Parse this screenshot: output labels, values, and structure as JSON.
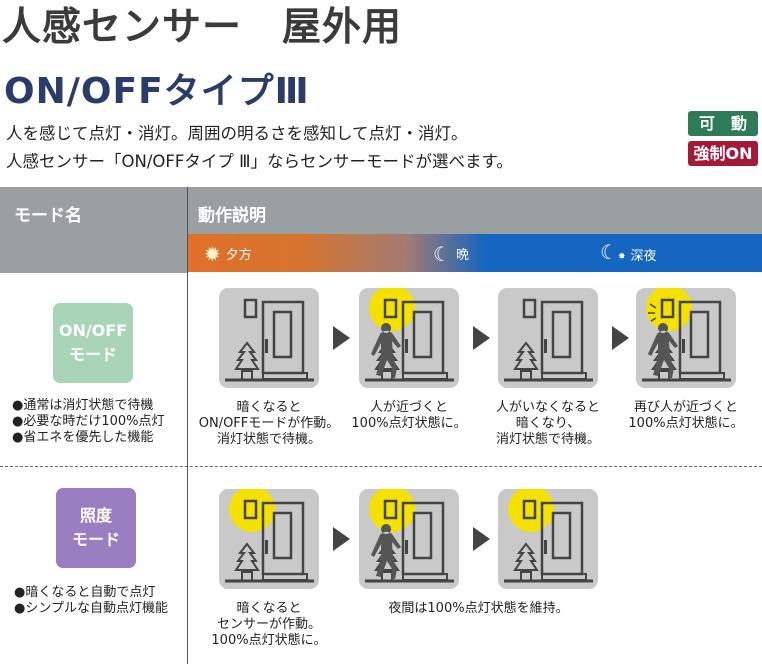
{
  "header": {
    "title": "人感センサー　屋外用",
    "subtitle": "ON/OFFタイプⅢ",
    "description": [
      "人を感じて点灯・消灯。周囲の明るさを感知して点灯・消灯。",
      "人感センサー「ON/OFFタイプ Ⅲ」ならセンサーモードが選べます。"
    ],
    "badges": [
      {
        "label": "可　動",
        "color": "#2e7b57"
      },
      {
        "label": "強制ON",
        "color": "#a3193a"
      }
    ]
  },
  "table": {
    "col_mode": "モード名",
    "col_desc": "動作説明",
    "time_band": [
      {
        "icon": "sun-icon",
        "label": "夕方"
      },
      {
        "icon": "moon-icon",
        "label": "晩"
      },
      {
        "icon": "moon-star-icon",
        "label": "深夜"
      }
    ],
    "rows": [
      {
        "mode": [
          "ON/OFF",
          "モード"
        ],
        "mode_color": "#a8d4b8",
        "bullets": [
          "●通常は消灯状態で待機",
          "●必要な時だけ100%点灯",
          "●省エネを優先した機能"
        ],
        "panels": [
          {
            "light": false,
            "person": false,
            "flash": false
          },
          {
            "light": true,
            "person": true,
            "flash": false
          },
          {
            "light": false,
            "person": false,
            "flash": false
          },
          {
            "light": true,
            "person": true,
            "flash": true
          }
        ],
        "captions": [
          [
            "暗くなると",
            "ON/OFFモードが作動。",
            "消灯状態で待機。"
          ],
          [
            "人が近づくと",
            "100%点灯状態に。"
          ],
          [
            "人がいなくなると",
            "暗くなり、",
            "消灯状態で待機。"
          ],
          [
            "再び人が近づくと",
            "100%点灯状態に。"
          ]
        ]
      },
      {
        "mode": [
          "照度",
          "モード"
        ],
        "mode_color": "#9a7fc0",
        "bullets": [
          "●暗くなると自動で点灯",
          "●シンプルな自動点灯機能"
        ],
        "panels": [
          {
            "light": true,
            "person": false,
            "flash": false
          },
          {
            "light": true,
            "person": true,
            "flash": false
          },
          {
            "light": true,
            "person": false,
            "flash": false
          }
        ],
        "captions": [
          [
            "暗くなると",
            "センサーが作動。",
            "100%点灯状態に。"
          ],
          [
            "夜間は100%点灯状態を維持。"
          ]
        ]
      }
    ]
  }
}
